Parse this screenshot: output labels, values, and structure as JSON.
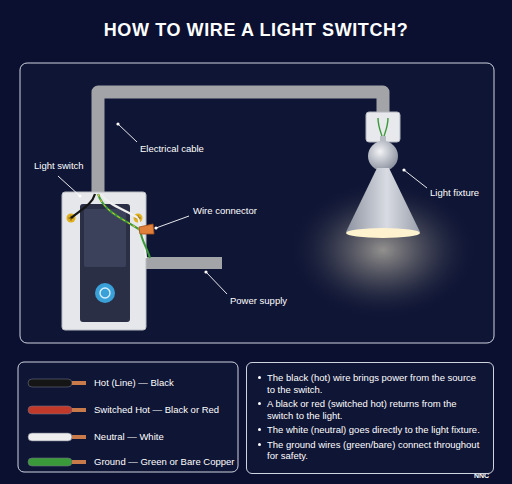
{
  "diagram": {
    "title": "HOW TO WIRE A LIGHT SWITCH?",
    "nodes": [
      {
        "text": [
          "The black (hot) wire brings power from the source to the switch.",
          "A black or red (switched hot) returns from the switch to the light.",
          "The white (neutral) goes directly to the light fixture.",
          "The ground wires (green/bare) connect throughout for safety."
        ]
      }
    ],
    "labels": [
      "Light switch",
      "Electrical cable",
      "Wire connector",
      "Light fixture",
      "Power supply",
      "NNC"
    ],
    "legend": [
      {
        "text": "Hot (Line) — Black",
        "color": "#151515"
      },
      {
        "text": "Switched Hot — Black or Red",
        "color": "#c0392b"
      },
      {
        "text": "Neutral — White",
        "color": "#eeeeee"
      },
      {
        "text": "Ground — Green or Bare Copper",
        "color": "#3a9a3a"
      }
    ]
  }
}
